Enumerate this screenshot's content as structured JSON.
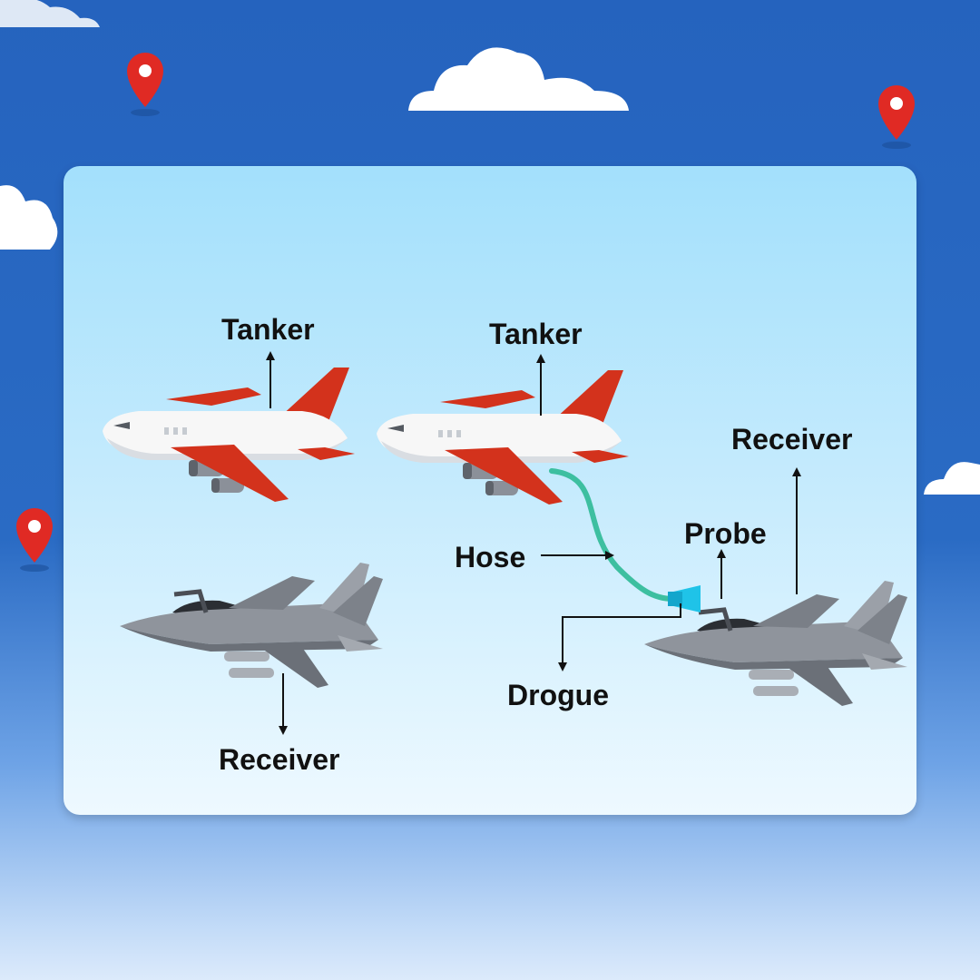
{
  "labels": {
    "tanker_left": "Tanker",
    "receiver_left": "Receiver",
    "tanker_right": "Tanker",
    "receiver_right": "Receiver",
    "probe": "Probe",
    "hose": "Hose",
    "drogue": "Drogue"
  },
  "colors": {
    "sky": "#2563be",
    "panel": "#c6ebfd",
    "tanker_accent": "#d3321c",
    "tanker_body": "#f7f7f7",
    "jet_body": "#8f949c",
    "hose": "#3dbfa0",
    "drogue": "#1fc3e8",
    "pin": "#e02a24"
  },
  "icons": [
    "cloud-icon",
    "location-pin-icon",
    "tanker-airplane-icon",
    "fighter-jet-icon",
    "arrow-icon"
  ]
}
